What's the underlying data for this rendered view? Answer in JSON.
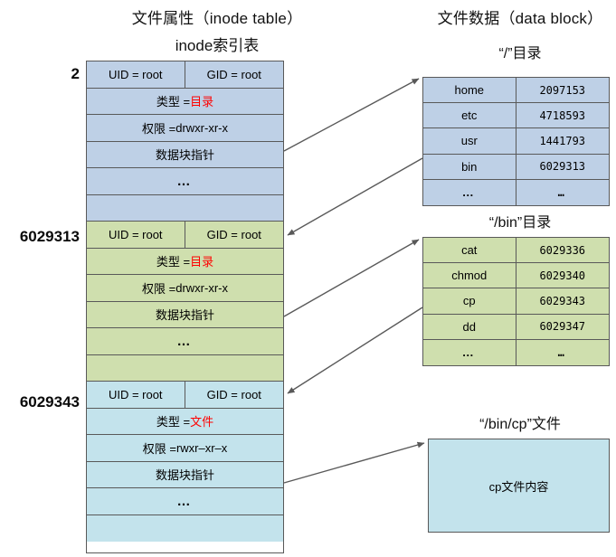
{
  "headings": {
    "inode_title": "文件属性（inode  table）",
    "inode_subtitle": "inode索引表",
    "datablock_title": "文件数据（data block）"
  },
  "inode_table": {
    "index_labels": [
      "2",
      "6029313",
      "6029343"
    ],
    "field_labels": {
      "uid": "UID =  root",
      "gid": "GID = root",
      "type": "类型 = ",
      "perm": "权限 = ",
      "pointer": "数据块指针",
      "ellipsis": "…"
    },
    "entries": [
      {
        "index": "2",
        "color": "#bed0e6",
        "uid": "UID =  root",
        "gid": "GID = root",
        "type_label": "类型 = ",
        "type_value": "目录",
        "perm_label": "权限 = ",
        "perm_value": "drwxr-xr-x",
        "pointer": "数据块指针",
        "ellipsis": "…",
        "blank": ""
      },
      {
        "index": "6029313",
        "color": "#cfdfae",
        "uid": "UID =  root",
        "gid": "GID = root",
        "type_label": "类型 = ",
        "type_value": "目录",
        "perm_label": "权限 = ",
        "perm_value": "drwxr-xr-x",
        "pointer": "数据块指针",
        "ellipsis": "…",
        "blank": ""
      },
      {
        "index": "6029343",
        "color": "#c3e3ec",
        "uid": "UID =  root",
        "gid": "GID = root",
        "type_label": "类型 = ",
        "type_value": "文件",
        "perm_label": "权限 = ",
        "perm_value": "rwxr–xr–x",
        "pointer": "数据块指针",
        "ellipsis": "…",
        "blank": ""
      }
    ]
  },
  "data_blocks": [
    {
      "title": "“/”目录",
      "color": "#bed0e6",
      "rows": [
        {
          "name": "home",
          "inode": "2097153"
        },
        {
          "name": "etc",
          "inode": "4718593"
        },
        {
          "name": "usr",
          "inode": "1441793"
        },
        {
          "name": "bin",
          "inode": "6029313"
        },
        {
          "name": "…",
          "inode": "…"
        }
      ]
    },
    {
      "title": "“/bin”目录",
      "color": "#cfdfae",
      "rows": [
        {
          "name": "cat",
          "inode": "6029336"
        },
        {
          "name": "chmod",
          "inode": "6029340"
        },
        {
          "name": "cp",
          "inode": "6029343"
        },
        {
          "name": "dd",
          "inode": "6029347"
        },
        {
          "name": "…",
          "inode": "…"
        }
      ]
    }
  ],
  "file_block": {
    "title": "“/bin/cp”文件",
    "content": "cp文件内容",
    "color": "#c3e3ec"
  },
  "colors": {
    "border": "#595959",
    "blue": "#bed0e6",
    "green": "#cfdfae",
    "cyan": "#c3e3ec",
    "accent_red": "#ff0000",
    "arrow": "#595959",
    "background": "#ffffff"
  }
}
